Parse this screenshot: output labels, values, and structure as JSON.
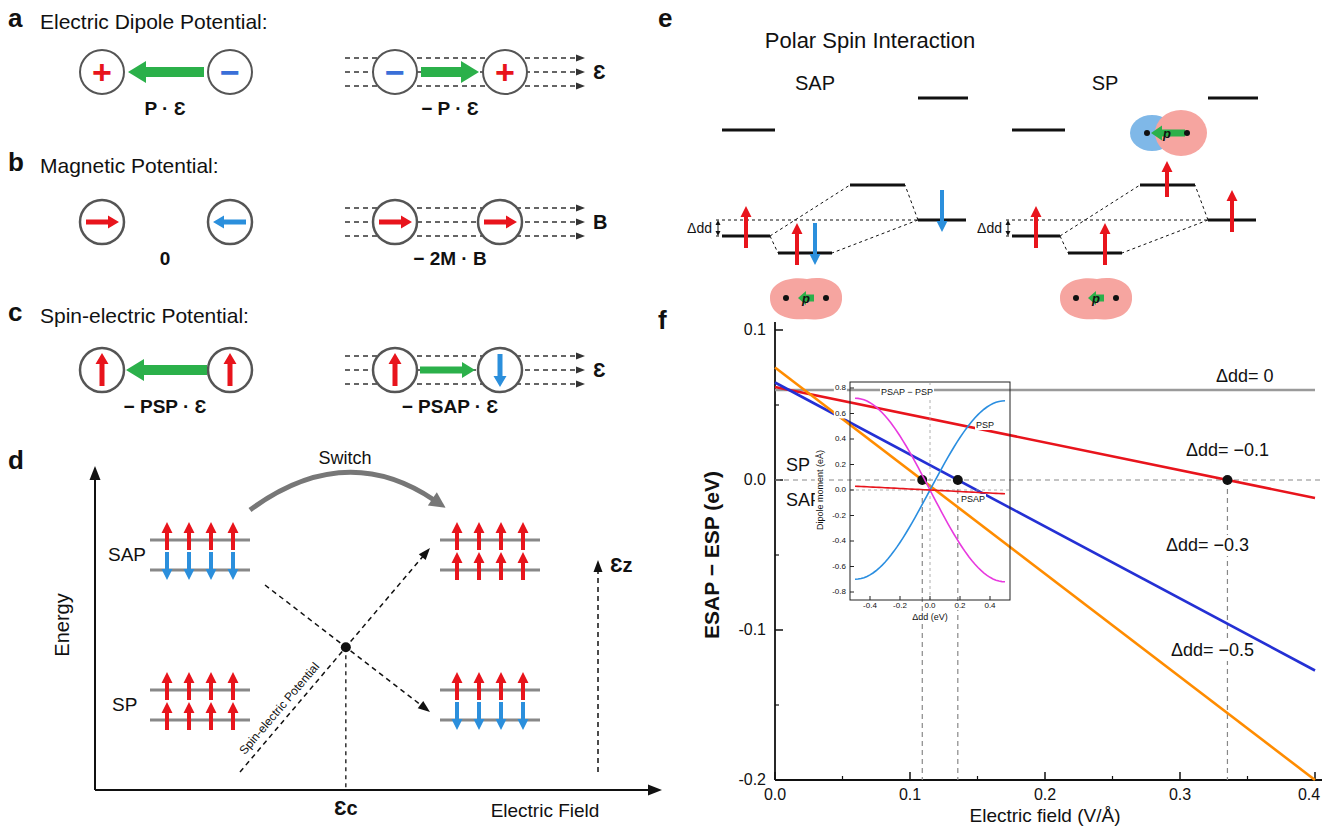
{
  "diagram": {
    "nodes": [
      {
        "text": [
          "+"
        ]
      },
      {
        "text": [
          "−"
        ]
      },
      {
        "text": [
          "−"
        ]
      },
      {
        "text": [
          "+"
        ]
      },
      {
        "text": [
          "p"
        ]
      },
      {
        "text": [
          "p"
        ]
      },
      {
        "text": [
          "p"
        ]
      }
    ],
    "edges": [
      {
        "from": 1,
        "to": 0,
        "arrow": "to"
      },
      {
        "from": 2,
        "to": 3,
        "arrow": "to"
      }
    ],
    "labels": [
      "a",
      "Electric Dipole Potential:",
      "P · Ɛ",
      "− P · Ɛ",
      "Ɛ",
      "b",
      "Magnetic Potential:",
      "0",
      "− 2M · B",
      "B",
      "c",
      "Spin-electric Potential:",
      "− PSP · Ɛ",
      "− PSAP · Ɛ",
      "Ɛ",
      "d",
      "Energy",
      "SAP",
      "SP",
      "Switch",
      "Spin-electric Potential",
      "Ɛz",
      "Ɛc",
      "Electric Field",
      "e",
      "Polar Spin Interaction",
      "SAP",
      "SP",
      "Δdd",
      "Δdd",
      "f",
      "0.1",
      "0.0",
      "-0.1",
      "-0.2",
      "0.0",
      "0.1",
      "0.2",
      "0.3",
      "0.4",
      "ESAP − ESP (eV)",
      "Electric field (V/Å)",
      "Δdd= 0",
      "Δdd= −0.1",
      "Δdd= −0.3",
      "Δdd= −0.5",
      "SP",
      "SAP",
      "Dipole moment (eÅ)",
      "Δdd (eV)",
      "PSAP − PSP",
      "PSP",
      "PSAP",
      "0.8",
      "0.6",
      "0.4",
      "0.2",
      "0.0",
      "-0.2",
      "-0.4",
      "-0.6",
      "-0.8",
      "-0.4",
      "-0.2",
      "0.0",
      "0.2",
      "0.4"
    ]
  }
}
